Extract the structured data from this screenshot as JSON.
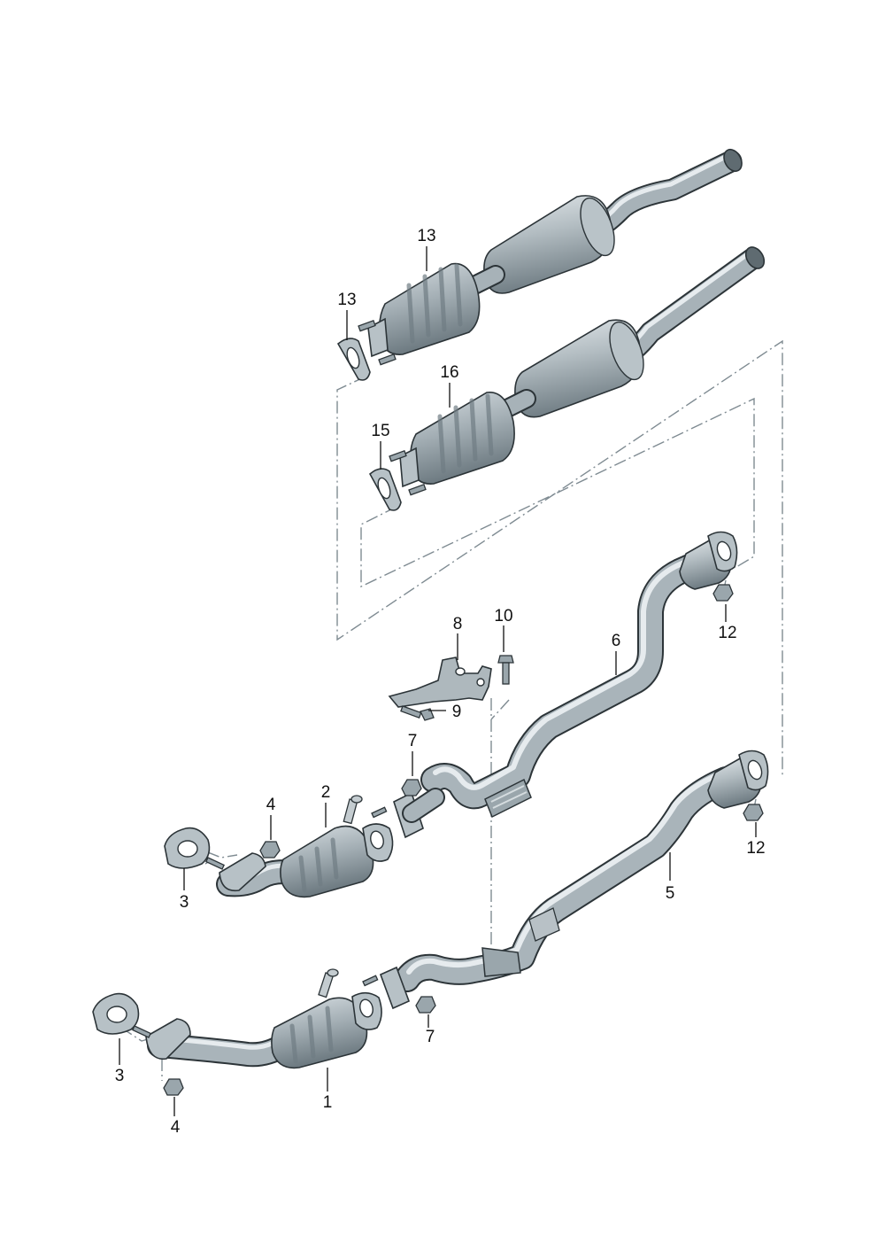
{
  "diagram": {
    "colors": {
      "metal_light": "#c9d1d5",
      "metal_mid": "#a5b0b6",
      "metal_dark": "#76838a",
      "outline": "#2c3438",
      "dash_line": "#7f8b92"
    },
    "callouts": [
      {
        "id": "1",
        "label": "1"
      },
      {
        "id": "2",
        "label": "2"
      },
      {
        "id": "3a",
        "label": "3"
      },
      {
        "id": "3b",
        "label": "3"
      },
      {
        "id": "4a",
        "label": "4"
      },
      {
        "id": "4b",
        "label": "4"
      },
      {
        "id": "5",
        "label": "5"
      },
      {
        "id": "6",
        "label": "6"
      },
      {
        "id": "7a",
        "label": "7"
      },
      {
        "id": "7b",
        "label": "7"
      },
      {
        "id": "8",
        "label": "8"
      },
      {
        "id": "9",
        "label": "9"
      },
      {
        "id": "10",
        "label": "10"
      },
      {
        "id": "12a",
        "label": "12"
      },
      {
        "id": "12b",
        "label": "12"
      },
      {
        "id": "13a",
        "label": "13"
      },
      {
        "id": "13b",
        "label": "13"
      },
      {
        "id": "15",
        "label": "15"
      },
      {
        "id": "16",
        "label": "16"
      }
    ]
  }
}
